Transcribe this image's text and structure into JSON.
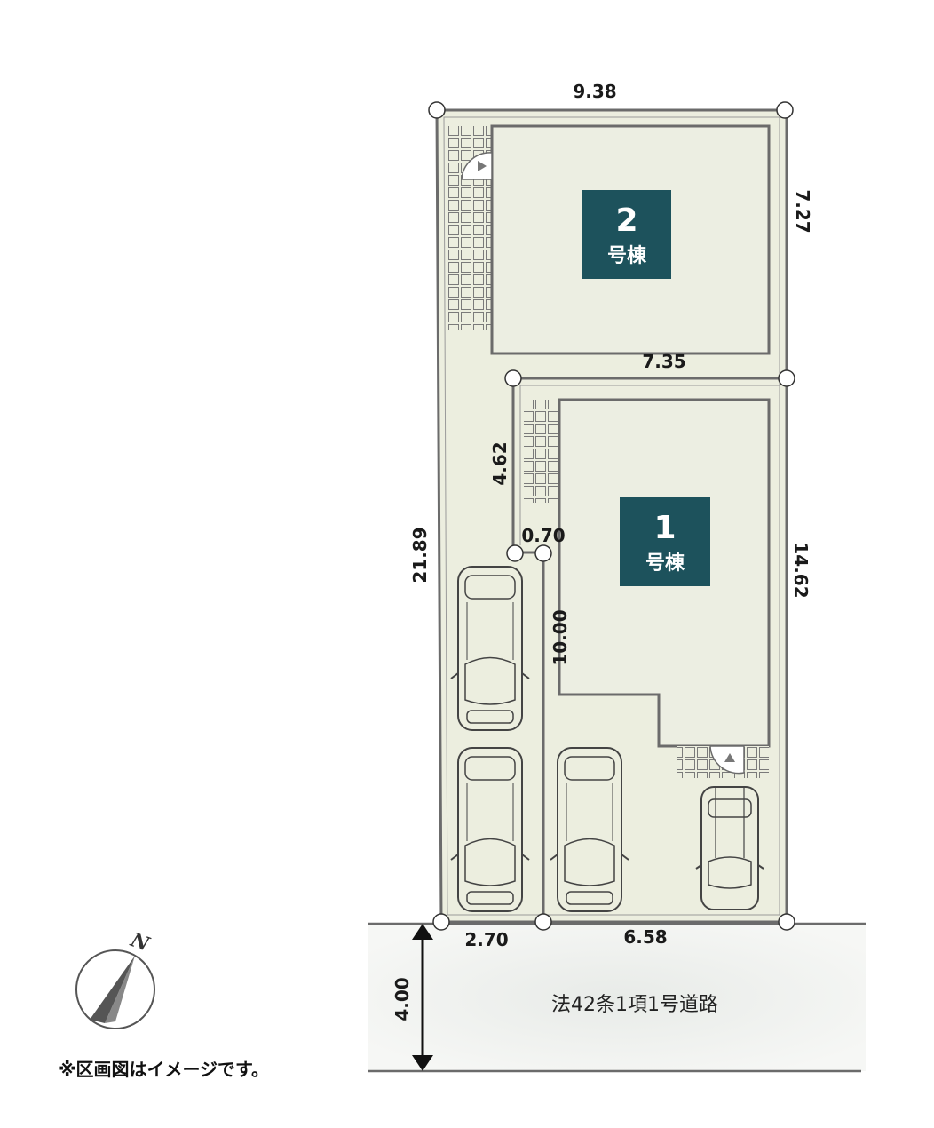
{
  "buildings": [
    {
      "number": "2",
      "label": "号棟"
    },
    {
      "number": "1",
      "label": "号棟"
    }
  ],
  "dimensions": {
    "top": "9.38",
    "right_upper": "7.27",
    "middle": "7.35",
    "inner_left": "4.62",
    "gap": "0.70",
    "left": "21.89",
    "right_lower": "14.62",
    "inner_vertical": "10.00",
    "bottom_left": "2.70",
    "bottom_right": "6.58",
    "road_width": "4.00"
  },
  "road": {
    "label": "法42条1項1号道路"
  },
  "compass": {
    "north": "N"
  },
  "note": "※区画図はイメージです。",
  "colors": {
    "lot_fill": "#eceedf",
    "building_fill": "#eceee2",
    "label_fill": "#1d525c",
    "line": "#6b6b6b",
    "road_fill": "#eef0ee"
  }
}
